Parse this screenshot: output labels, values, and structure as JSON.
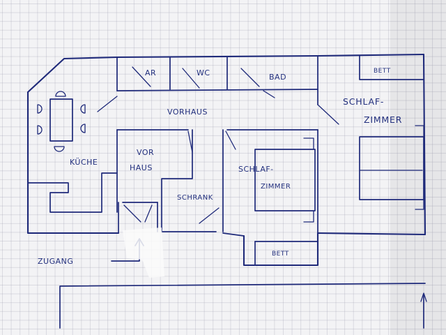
{
  "rooms": {
    "ar": "AR",
    "wc": "WC",
    "bad": "BAD",
    "bett_top": "BETT",
    "schlafzimmer_main_1": "SCHLAF-",
    "schlafzimmer_main_2": "ZIMMER",
    "vorhaus_top": "VORHAUS",
    "vorhaus_left_1": "VOR",
    "vorhaus_left_2": "HAUS",
    "kueche": "KÜCHE",
    "schrank": "SCHRANK",
    "schlafzimmer_small_1": "SCHLAF-",
    "schlafzimmer_small_2": "ZIMMER",
    "bett_bottom": "BETT"
  },
  "entrance": {
    "label": "ZUGANG"
  },
  "colors": {
    "ink": "#1f2a7a",
    "paper": "#f3f3f5",
    "grid": "#9696aa"
  }
}
